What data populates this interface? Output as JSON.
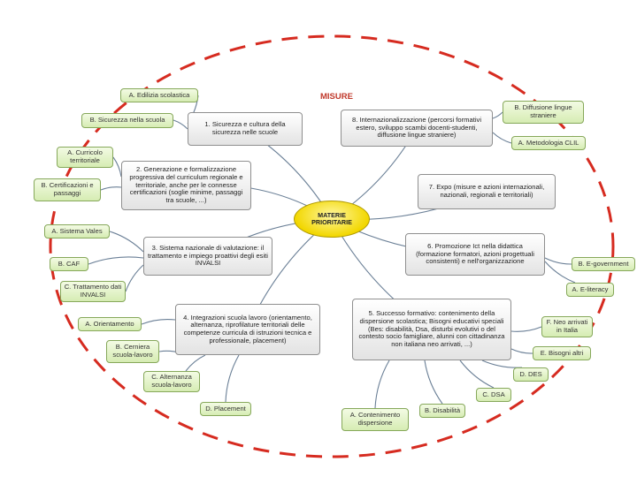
{
  "title": "MISURE",
  "center": "MATERIE PRIORITARIE",
  "measures": {
    "m1": "1. Sicurezza e cultura della sicurezza nelle scuole",
    "m2": "2. Generazione e formalizzazione progressiva del curriculum regionale e territoriale, anche per le connesse certificazioni (soglie minime, passaggi tra scuole, ...)",
    "m3": "3. Sistema nazionale di valutazione: il trattamento e impiego proattivi degli esiti INVALSI",
    "m4": "4. Integrazioni scuola lavoro (orientamento, alternanza, riprofilature territoriali delle competenze curricula di istruzioni tecnica e professionale, placement)",
    "m5": "5. Successo formativo: contenimento della dispersione scolastica; Bisogni educativi speciali (Bes: disabilità, Dsa, disturbi evolutivi o del contesto socio famigliare, alunni con cittadinanza non italiana neo arrivati, ...)",
    "m6": "6. Promozione Ict nella didattica (formazione formatori, azioni progettuali consistenti) e nell'organizzazione",
    "m7": "7. Expo (misure e azioni internazionali, nazionali, regionali e territoriali)",
    "m8": "8. Internazionalizzazione (percorsi formativi estero, sviluppo scambi docenti-studenti, diffusione lingue straniere)"
  },
  "actions": {
    "a_edilizia": "A. Edilizia scolastica",
    "b_sicurezza": "B. Sicurezza nella scuola",
    "a_curricolo": "A. Curricolo territoriale",
    "b_certificazioni": "B. Certificazioni e passaggi",
    "a_vales": "A. Sistema Vales",
    "b_caf": "B. CAF",
    "c_trattamento": "C. Trattamento dati INVALSI",
    "a_orientamento": "A. Orientamento",
    "b_cerniera": "B. Cerniera scuola-lavoro",
    "c_alternanza": "C. Alternanza scuola-lavoro",
    "d_placement": "D. Placement",
    "a_contenimento": "A. Contenimento dispersione",
    "b_disabilita": "B. Disabilità",
    "c_dsa": "C. DSA",
    "d_des": "D. DES",
    "e_bisogni": "E. Bisogni altri",
    "f_neo": "F. Neo arrivati in Italia",
    "a_eliteracy": "A. E-literacy",
    "b_egov": "B. E-government",
    "b_diffusione": "B. Diffusione lingue straniere",
    "a_clil": "A. Metodologia CLIL"
  },
  "colors": {
    "ellipse_dash": "#d62b20",
    "connector": "#6a7f96",
    "center_fill": "#f2d700",
    "action_fill": "#e2f2c8",
    "action_border": "#86a85a",
    "title": "#c0392b"
  }
}
